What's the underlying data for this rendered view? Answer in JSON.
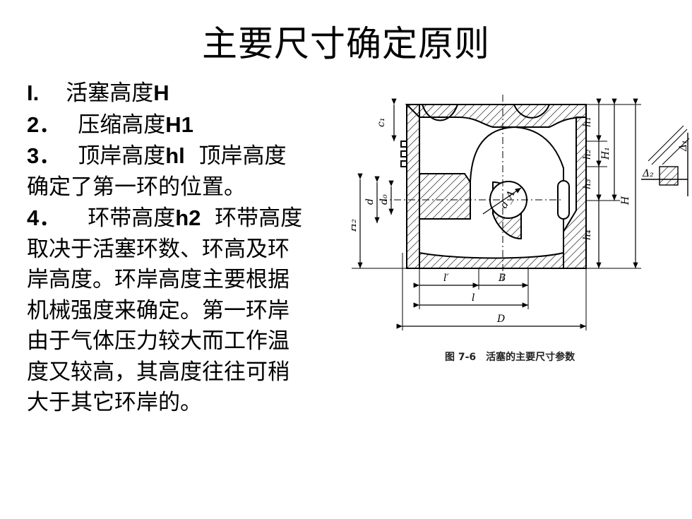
{
  "title": "主要尺寸确定原则",
  "items": [
    {
      "number": "I.",
      "text_cn": "活塞高度",
      "text_latin": "H"
    },
    {
      "number": "2．",
      "text_cn": "压缩高度",
      "text_latin": "H1"
    },
    {
      "number": "3．",
      "text_cn": "顶岸高度",
      "text_latin": "hl",
      "text_after": "顶岸高度",
      "continuation": [
        "确定了第一环的位置。"
      ]
    },
    {
      "number": "4．",
      "text_cn": "环带高度",
      "text_latin": "h2",
      "text_after": "环带高度",
      "continuation": [
        "取决于活塞环数、环高及环",
        "岸高度。环岸高度主要根据",
        "机械强度来确定。第一环岸",
        "由于气体压力较大而工作温",
        "度又较高，其高度往往可稍",
        "大于其它环岸的。"
      ]
    }
  ],
  "figure": {
    "caption_label": "图 7-6",
    "caption_text": "活塞的主要尺寸参数",
    "dimension_labels": {
      "c1": "c₁",
      "h1": "h₁",
      "h2": "h₂",
      "H1": "H₁",
      "h3": "h₃",
      "H": "H",
      "h4": "h₄",
      "H2": "H₂",
      "d": "d",
      "d0": "d₀",
      "dA": "d_A",
      "lprime": "l′",
      "B": "B",
      "l": "l",
      "D": "D",
      "delta1": "Δ₁",
      "delta2": "Δ₂"
    }
  }
}
